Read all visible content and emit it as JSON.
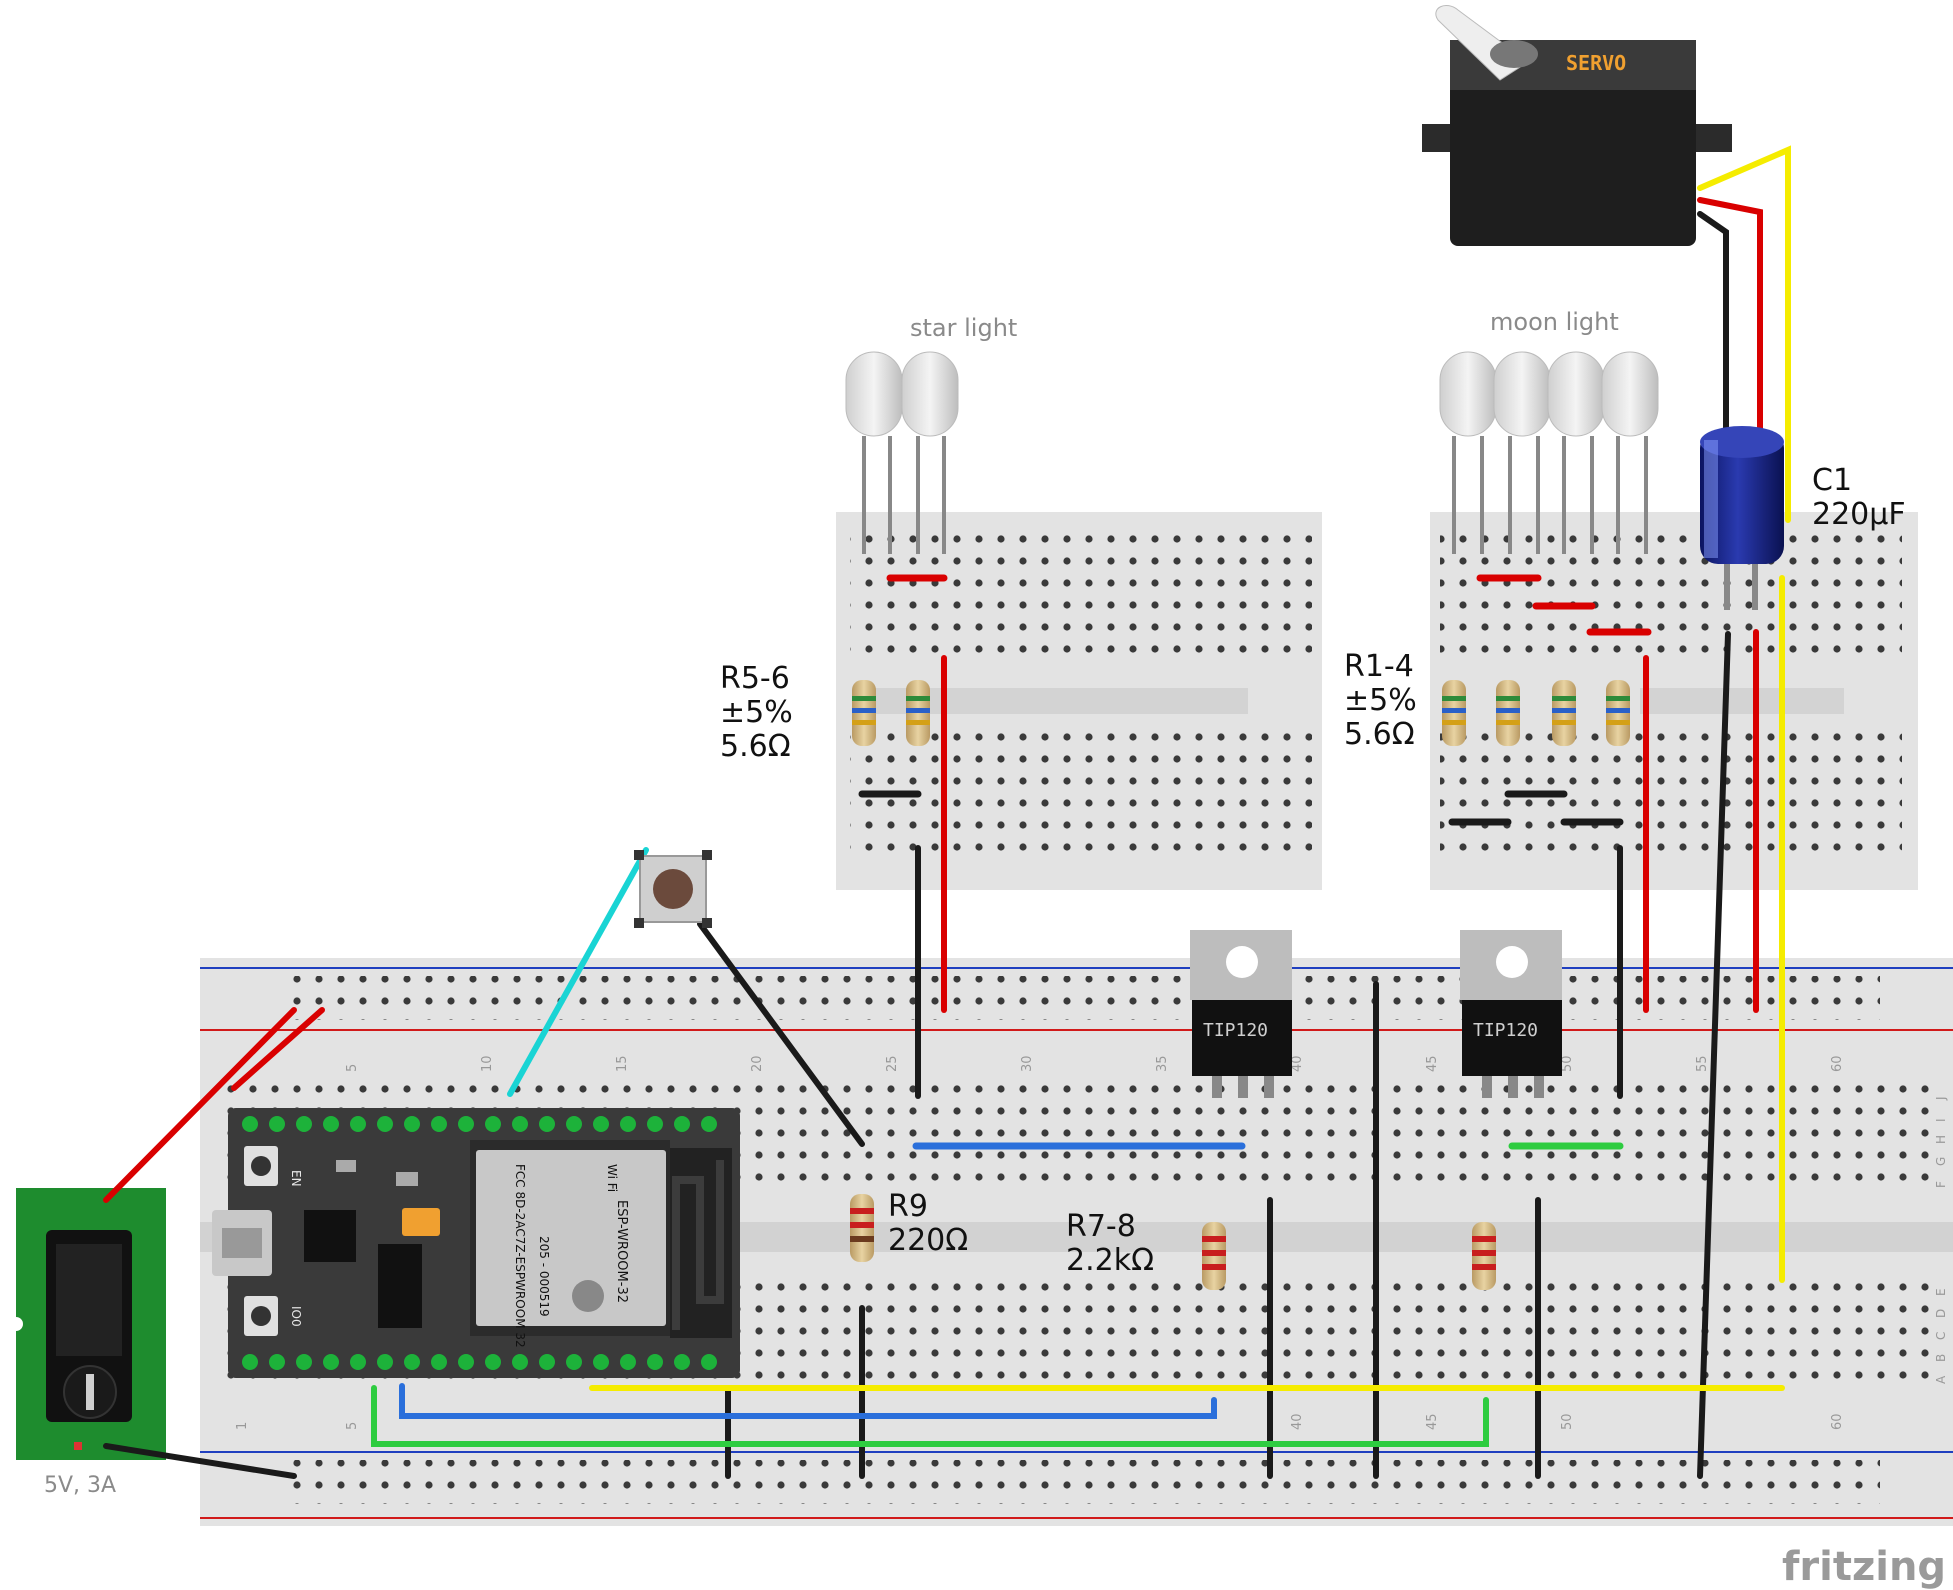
{
  "labels": {
    "star_light": "star light",
    "moon_light": "moon light",
    "r56_name": "R5-6",
    "r56_tol": "±5%",
    "r56_val": "5.6Ω",
    "r14_name": "R1-4",
    "r14_tol": "±5%",
    "r14_val": "5.6Ω",
    "r9_name": "R9",
    "r9_val": "220Ω",
    "r78_name": "R7-8",
    "r78_val": "2.2kΩ",
    "c1_name": "C1",
    "c1_val": "220µF",
    "power_jack": "5V, 3A",
    "transistor_1": "TIP120",
    "transistor_2": "TIP120",
    "servo": "SERVO",
    "brand": "fritzing"
  },
  "esp32": {
    "en_label": "EN",
    "io0_label": "IO0",
    "module_name": "ESP-WROOM-32",
    "fcc_text": "FCC 8D-2AC7Z-ESPWROOM 32",
    "cert_text": "205 - 000519",
    "wifi_text": "Wi Fi"
  },
  "breadboard": {
    "column_numbers": [
      "5",
      "10",
      "15",
      "20",
      "25",
      "30",
      "35",
      "40",
      "45",
      "50",
      "55",
      "60"
    ],
    "bottom_numbers": [
      "1",
      "5",
      "40",
      "45",
      "50",
      "60"
    ],
    "row_letters_top": [
      "J",
      "I",
      "H",
      "G",
      "F"
    ],
    "row_letters_bottom": [
      "E",
      "D",
      "C",
      "B",
      "A"
    ]
  },
  "colors": {
    "wire_red": "#d90000",
    "wire_black": "#1a1a1a",
    "wire_yellow": "#f5ec00",
    "wire_green": "#2ecc40",
    "wire_blue": "#2a6fdb",
    "wire_cyan": "#19d4d4",
    "board_bg": "#e6e6e6",
    "rail_blue": "#1f3fbf",
    "rail_red": "#d11a1a"
  }
}
